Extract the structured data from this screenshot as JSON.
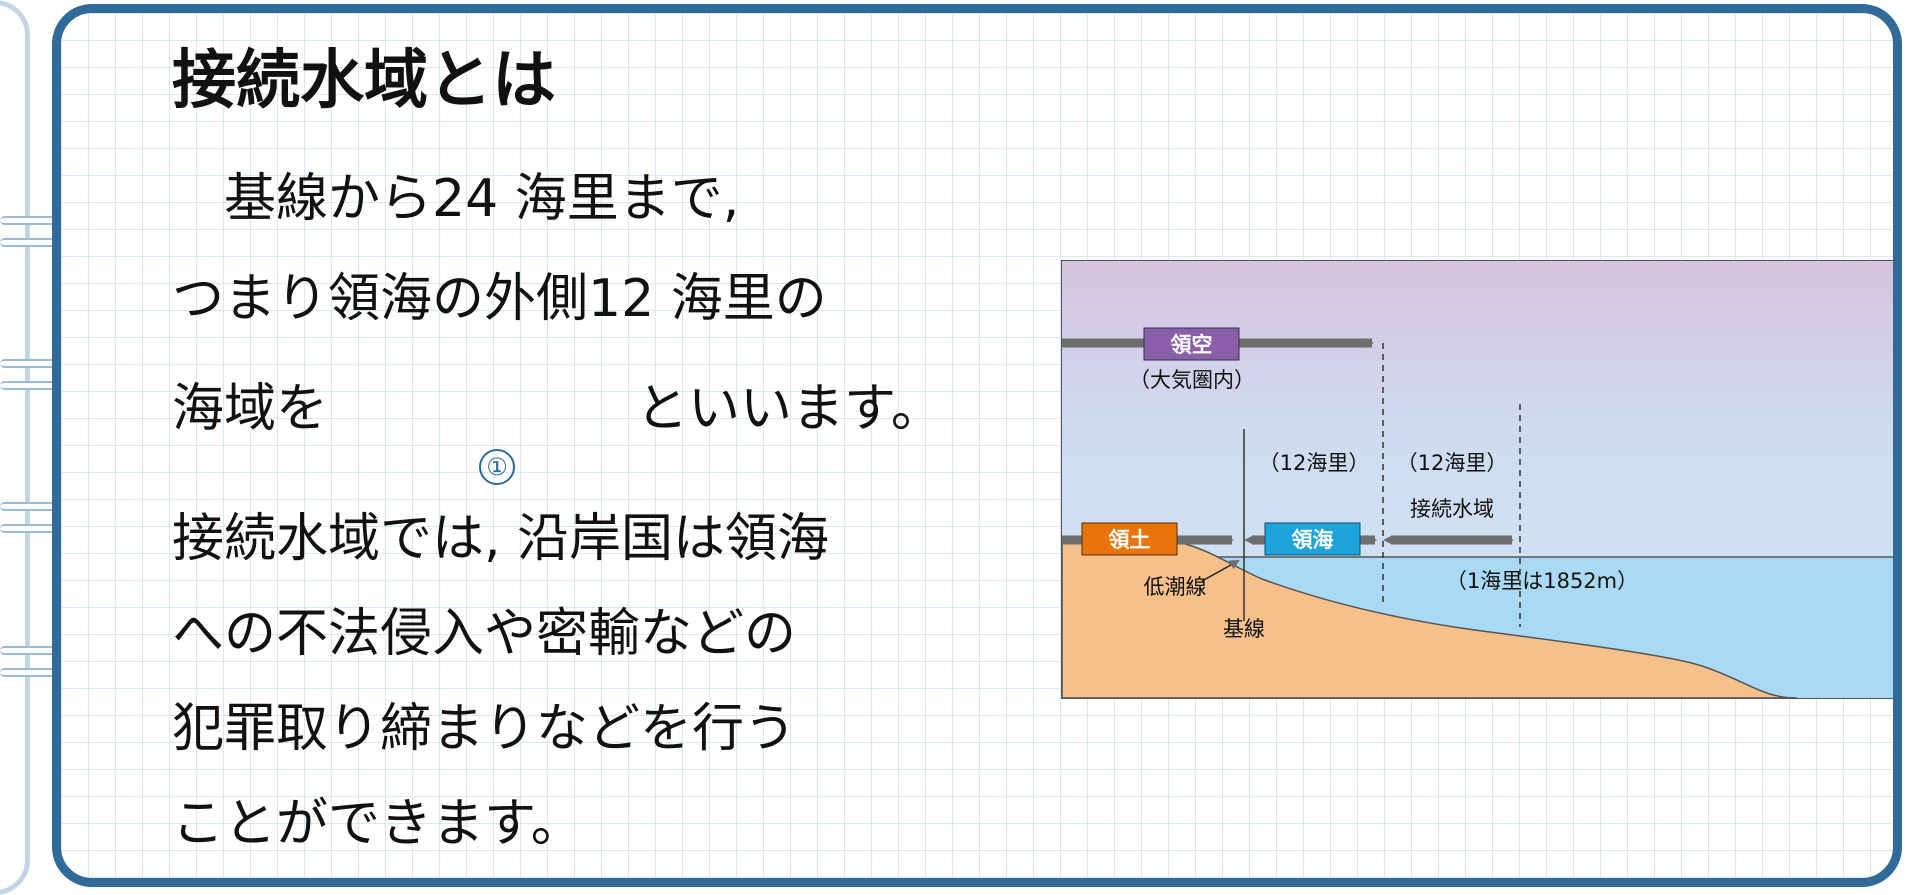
{
  "page": {
    "title": "接続水域とは",
    "paragraph1": {
      "line1": "　基線から24 海里まで,",
      "line2": "つまり領海の外側12 海里の",
      "line3_before_blank": "海域を",
      "line3_after_blank": "といいます。",
      "blank_number": "①"
    },
    "paragraph2": {
      "line1": "接続水域では, 沿岸国は領海",
      "line2": "への不法侵入や密輸などの",
      "line3": "犯罪取り締まりなどを行う",
      "line4": "ことができます。"
    }
  },
  "diagram": {
    "labels": {
      "airspace": "領空",
      "atmosphere": "（大気圏内）",
      "land": "領土",
      "territorial_sea": "領海",
      "contiguous_zone": "接続水域",
      "twelve_nm_1": "（12海里）",
      "twelve_nm_2": "（12海里）",
      "low_water_line": "低潮線",
      "baseline": "基線",
      "nautical_mile_note": "（1海里は1852m）"
    },
    "colors": {
      "airspace_label": "#8a5ea8",
      "land_label": "#e8740c",
      "sea_label": "#1fa3da",
      "land_fill": "#f5c08a",
      "sea_fill": "#aadaf3",
      "arrow": "#6e6e6e",
      "frame": "#2f6a98"
    }
  }
}
